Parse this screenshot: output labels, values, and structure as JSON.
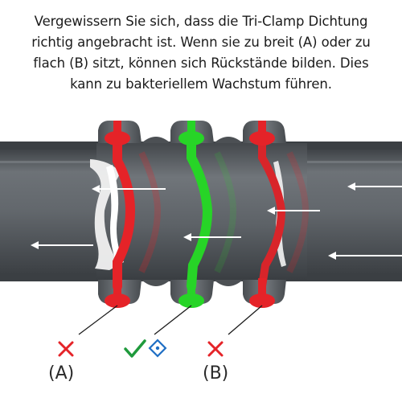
{
  "instruction": {
    "line1": "Vergewissern Sie sich, dass die Tri-Clamp Dichtung",
    "line2": "richtig angebracht ist. Wenn sie zu breit (A) oder zu",
    "line3": "flach (B) sitzt, können sich Rückstände bilden. Dies",
    "line4": "kann zu bakteriellem Wachstum führen."
  },
  "labels": {
    "a": "(A)",
    "b": "(B)"
  },
  "colors": {
    "pipe": "#5c6065",
    "incorrect": "#e52328",
    "correct": "#27d427",
    "check": "#1f9a3c",
    "badge": "#1f6fc4"
  },
  "icons": {
    "incorrect_a": "cross-icon",
    "correct": "check-icon",
    "badge": "diamond-badge-icon",
    "incorrect_b": "cross-icon"
  }
}
